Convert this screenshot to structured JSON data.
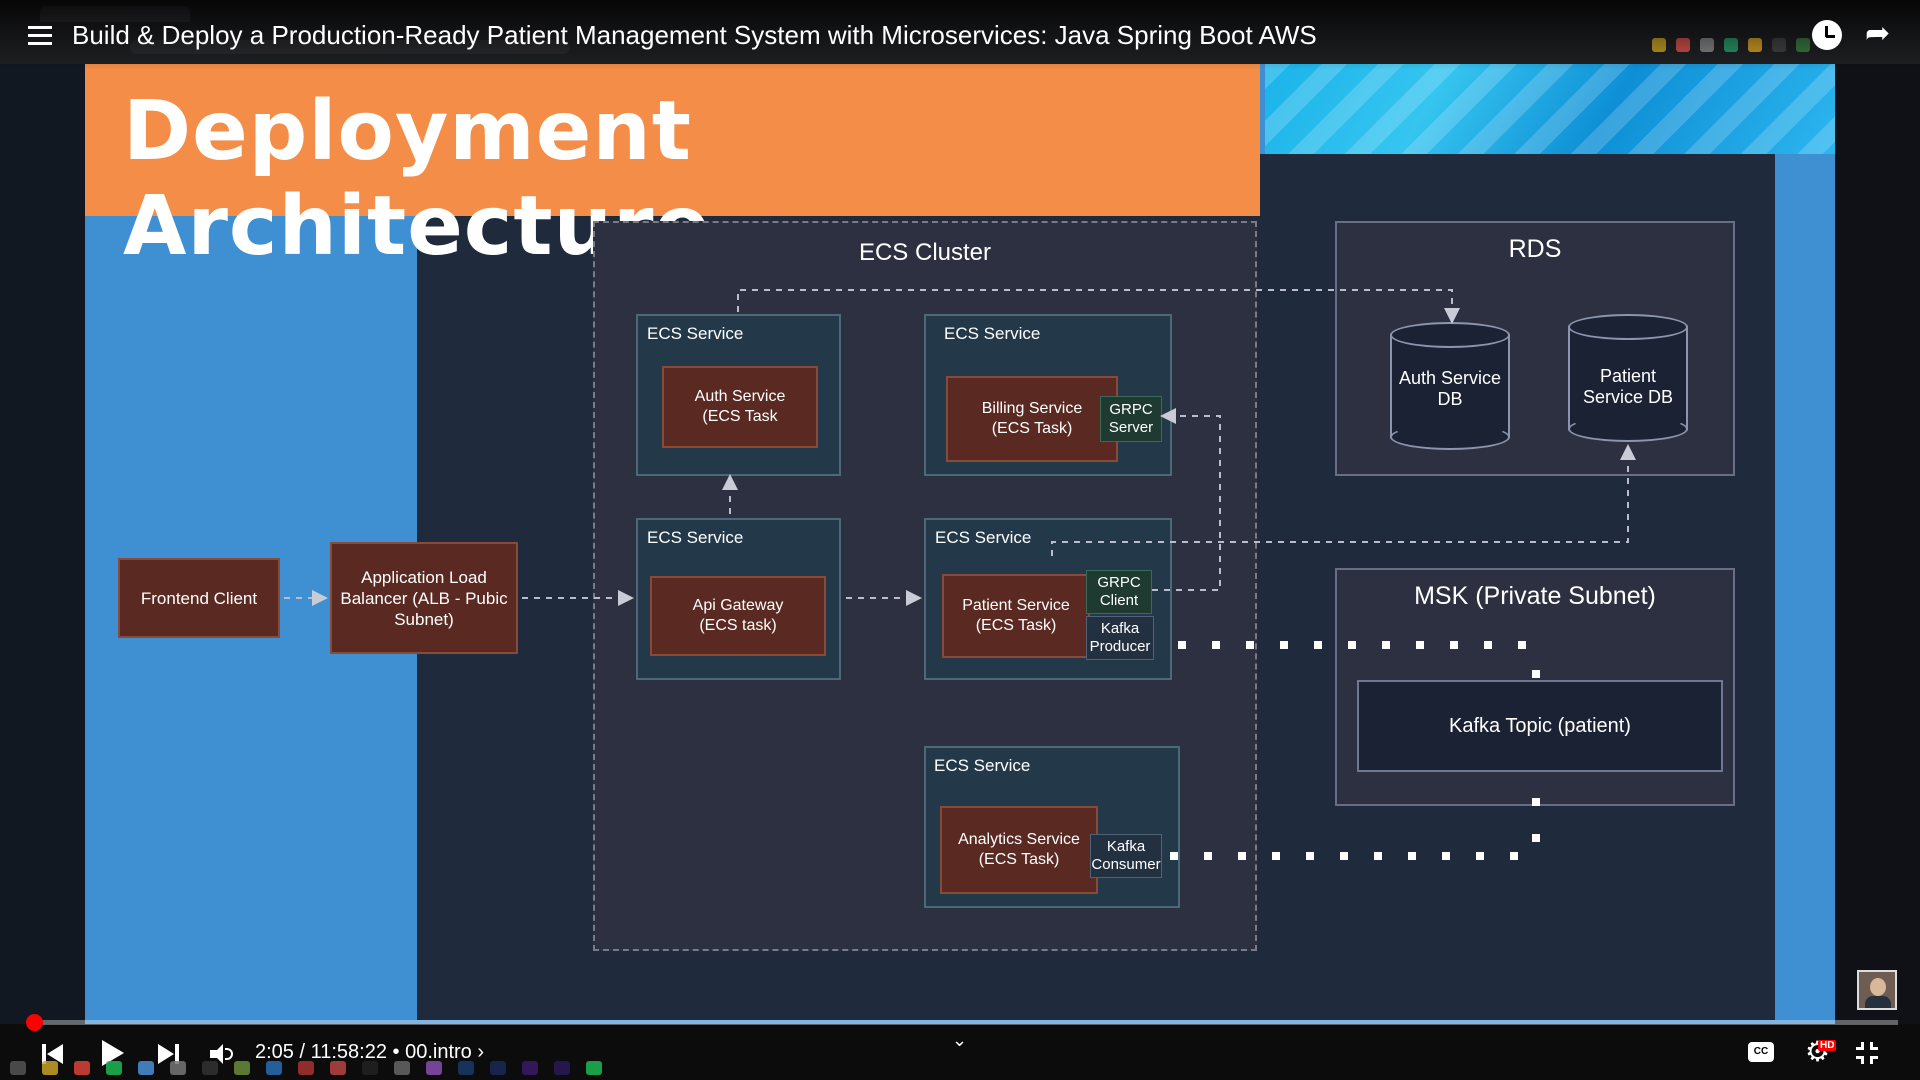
{
  "player": {
    "title": "Build & Deploy a Production-Ready Patient Management System with Microservices: Java Spring Boot AWS",
    "time_display": "2:05 / 11:58:22 • 00.intro ›",
    "progress_fraction": 0.003,
    "cc_label": "CC",
    "hd_badge": "HD"
  },
  "slide": {
    "title": "Deployment Architecture",
    "ecs_cluster": {
      "title": "ECS Cluster",
      "services": [
        {
          "label": "ECS Service",
          "task": "Auth Service\n(ECS Task"
        },
        {
          "label": "ECS Service",
          "task": "Billing Service\n(ECS Task)",
          "tag": "GRPC\nServer"
        },
        {
          "label": "ECS Service",
          "task": "Api Gateway\n(ECS task)"
        },
        {
          "label": "ECS Service",
          "task": "Patient Service\n(ECS Task)",
          "tags": [
            "GRPC\nClient",
            "Kafka\nProducer"
          ]
        },
        {
          "label": "ECS Service",
          "task": "Analytics Service\n(ECS Task)",
          "tag": "Kafka\nConsumer"
        }
      ]
    },
    "frontend_client": "Frontend Client",
    "load_balancer": "Application Load\nBalancer (ALB - Pubic\nSubnet)",
    "rds": {
      "title": "RDS",
      "databases": [
        "Auth Service\nDB",
        "Patient\nService DB"
      ]
    },
    "msk": {
      "title": "MSK (Private Subnet)",
      "topic": "Kafka Topic (patient)"
    }
  }
}
